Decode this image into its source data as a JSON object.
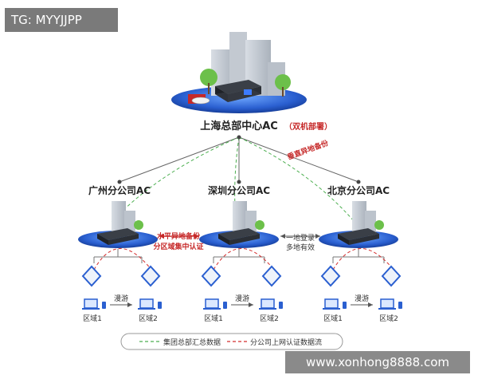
{
  "top_tag": "TG: MYYJJPP",
  "watermark": "www.xonhong8888.com",
  "hq": {
    "name": "上海总部中心AC",
    "note": "（双机部署）"
  },
  "vertical_backup": "垂直异地备份",
  "branches": [
    {
      "name": "广州分公司AC",
      "zone1": "区域1",
      "zone2": "区域2",
      "roam": "漫游"
    },
    {
      "name": "深圳分公司AC",
      "zone1": "区域1",
      "zone2": "区域2",
      "roam": "漫游"
    },
    {
      "name": "北京分公司AC",
      "zone1": "区域1",
      "zone2": "区域2",
      "roam": "漫游"
    }
  ],
  "horizontal_backup": {
    "line1": "水平异地备份",
    "line2": "分区域集中认证"
  },
  "login_note": {
    "line1": "一地登录",
    "line2": "多地有效"
  },
  "legend": {
    "green": "集团总部汇总数据",
    "red": "分公司上网认证数据流"
  },
  "colors": {
    "green_line": "#4caf50",
    "red_line": "#d32f2f",
    "accent_red": "#c62828",
    "platform_blue": "#1e4fb3"
  }
}
